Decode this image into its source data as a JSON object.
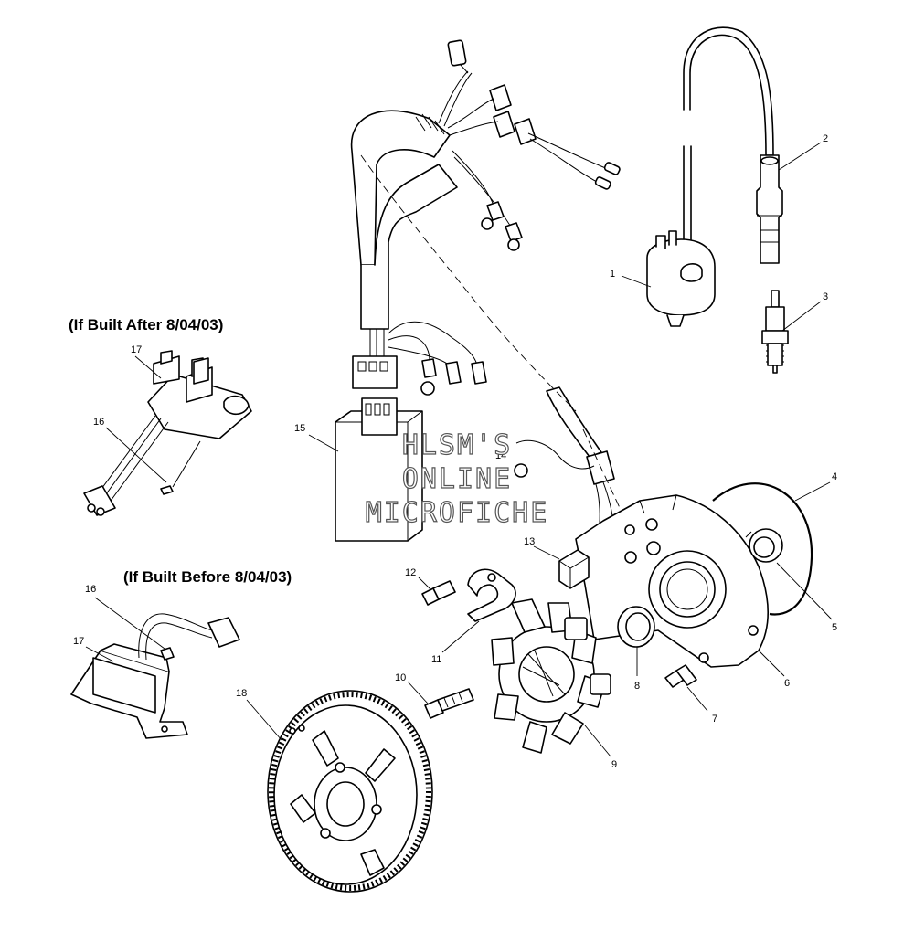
{
  "headings": {
    "after": "(If Built After 8/04/03)",
    "before": "(If Built Before 8/04/03)"
  },
  "watermark": {
    "line1": "HLSM'S",
    "line2": "ONLINE",
    "line3": "MICROFICHE"
  },
  "callouts": {
    "c1": "1",
    "c2": "2",
    "c3": "3",
    "c4": "4",
    "c5": "5",
    "c6": "6",
    "c7": "7",
    "c8": "8",
    "c9": "9",
    "c10": "10",
    "c11": "11",
    "c12": "12",
    "c13": "13",
    "c14": "14",
    "c15": "15",
    "c16a": "16",
    "c17a": "17",
    "c16b": "16",
    "c17b": "17",
    "c18": "18"
  }
}
